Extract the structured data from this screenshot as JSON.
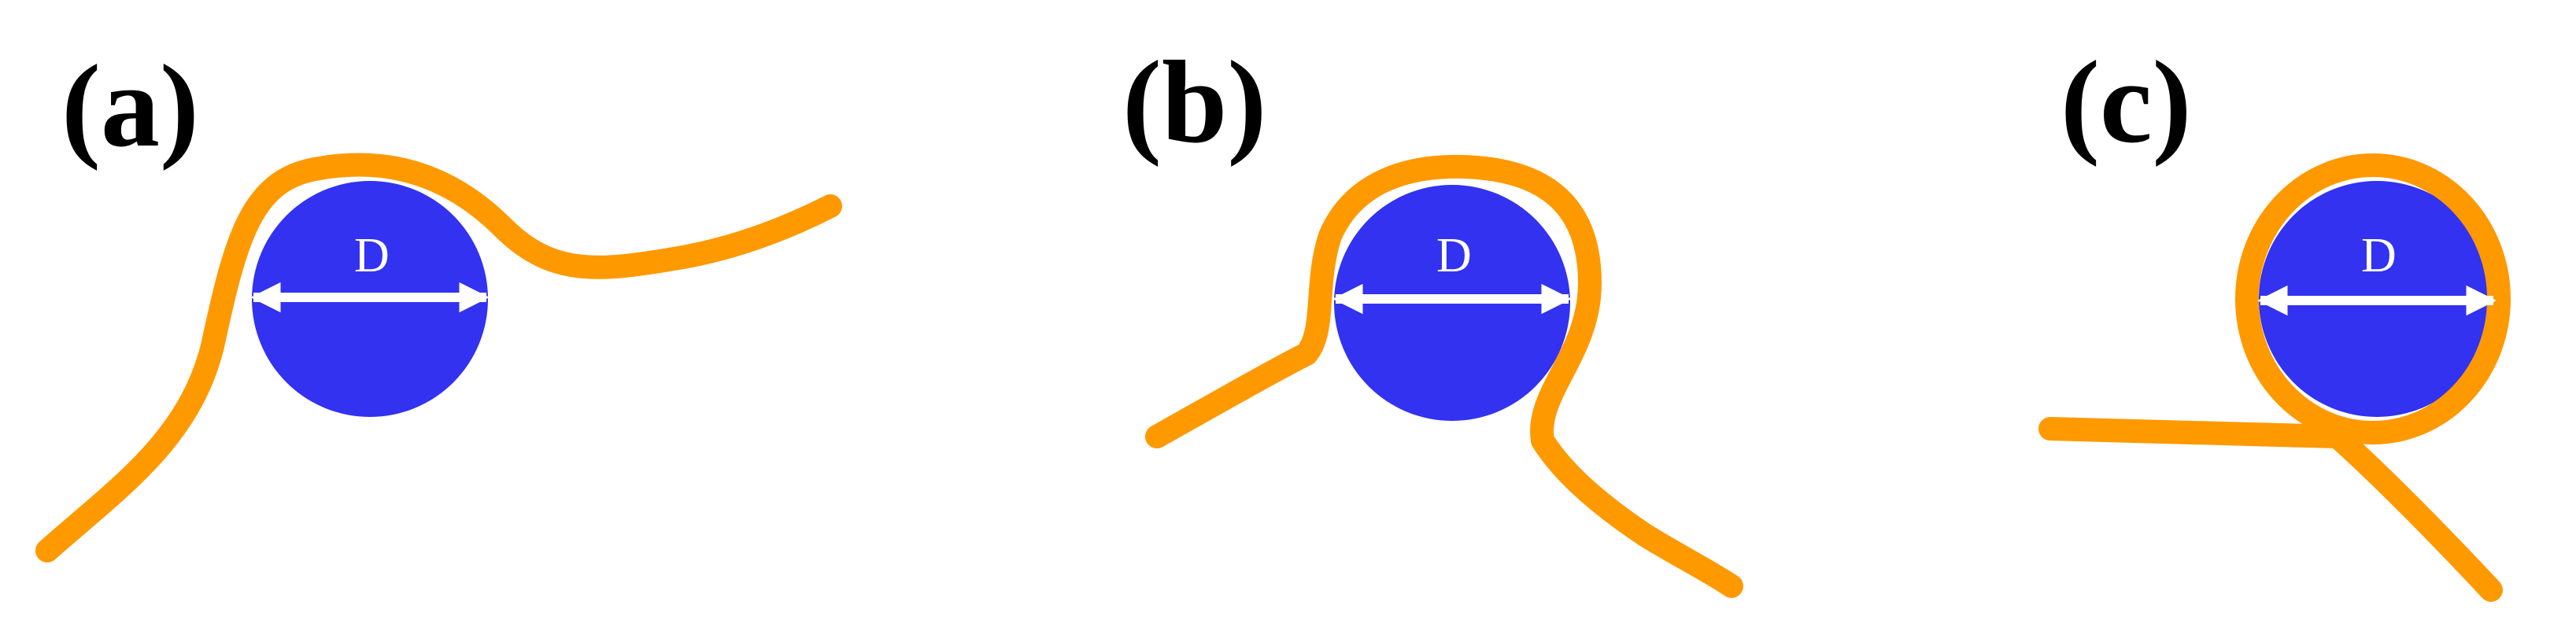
{
  "colors": {
    "fiber": "#FF9900",
    "particle": "#3232F0",
    "arrow": "#FFFFFF",
    "label": "#000000"
  },
  "panels": [
    {
      "label": "(a)",
      "diameter_label": "D",
      "wrap": "partial contact"
    },
    {
      "label": "(b)",
      "diameter_label": "D",
      "wrap": "wrapped on both sides"
    },
    {
      "label": "(c)",
      "diameter_label": "D",
      "wrap": "full loop"
    }
  ]
}
